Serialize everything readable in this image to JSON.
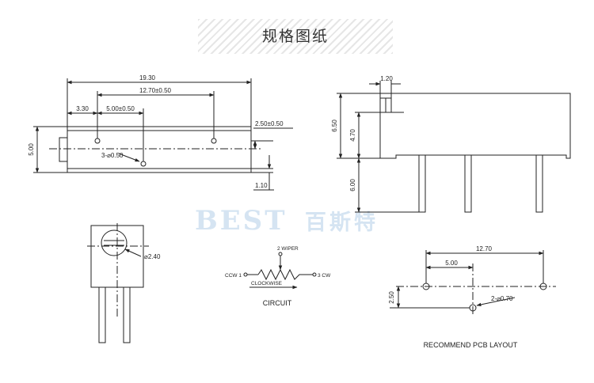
{
  "header": {
    "title": "规格图纸"
  },
  "watermark": {
    "brand": "BEST",
    "chinese": "百斯特"
  },
  "side_view": {
    "dim_total_length": "19.30",
    "dim_pin_span": "12.70±0.50",
    "dim_first_pin": "3.30",
    "dim_second_pin": "5.00±0.50",
    "dim_height": "5.00",
    "dim_offset": "2.50±0.50",
    "dim_bottom": "1.10",
    "pin_note": "3-⌀0.50"
  },
  "end_view": {
    "dim_thickness": "1.20",
    "dim_body_height": "6.50",
    "dim_slot_height": "4.70",
    "dim_pin_length": "6.00"
  },
  "front_view": {
    "dim_screw": "⌀2.40"
  },
  "circuit": {
    "title": "CIRCUIT",
    "pin1": "CCW 1",
    "pin2": "2 WIPER",
    "pin3": "3 CW",
    "direction": "CLOCKWISE"
  },
  "pcb_layout": {
    "title": "RECOMMEND PCB LAYOUT",
    "dim_span": "12.70",
    "dim_offset": "5.00",
    "dim_vertical": "2.50",
    "hole_note": "2-⌀0.70"
  }
}
